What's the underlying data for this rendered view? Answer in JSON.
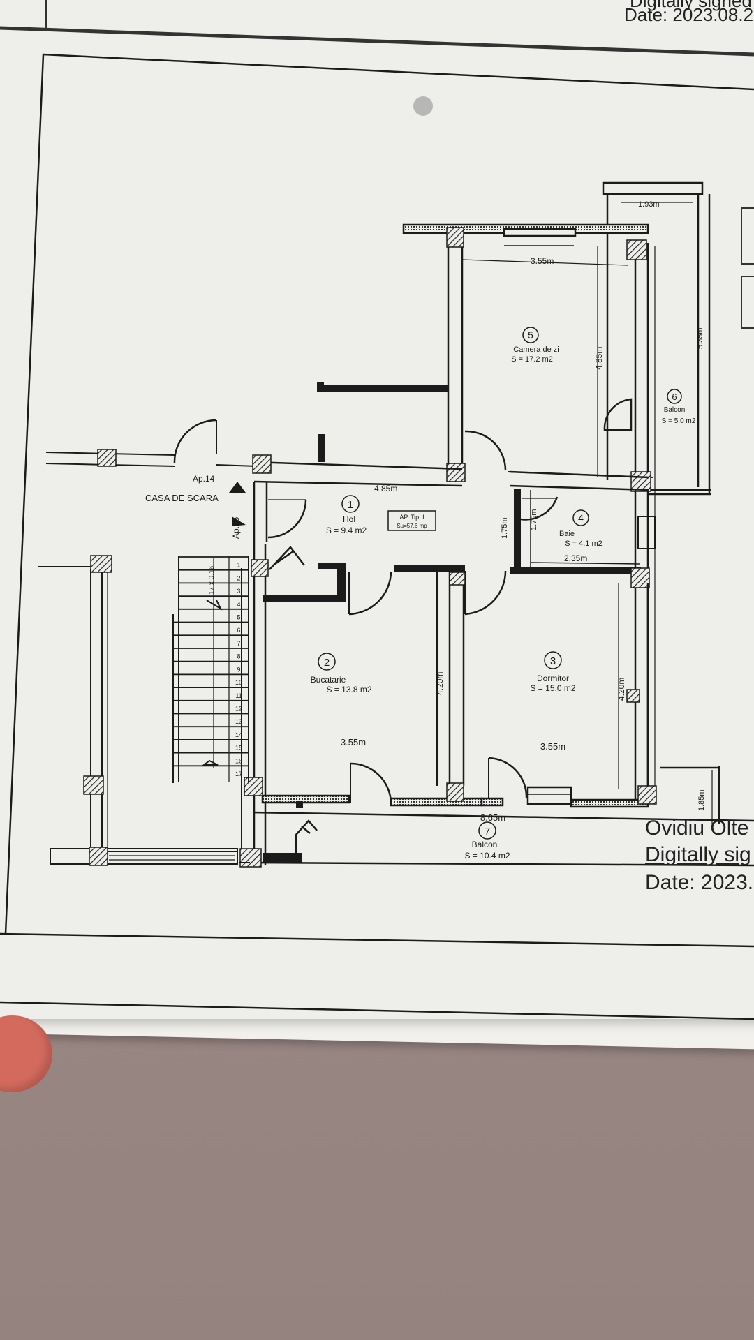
{
  "signature_top": {
    "line1": "Digitally signed",
    "line2": "Date: 2023.08.2"
  },
  "signature_bottom": {
    "name": "Ovidiu Olte",
    "line2": "Digitally sig",
    "line3": "Date: 2023."
  },
  "stair": {
    "label": "CASA DE SCARA",
    "apartment_left": "Ap.14",
    "apartment_vertical": "Ap.15",
    "steps": [
      "1",
      "2",
      "3",
      "4",
      "5",
      "6",
      "7",
      "8",
      "9",
      "10",
      "11",
      "12",
      "13",
      "14",
      "15",
      "16",
      "17"
    ],
    "first_flight_mark": "17 x 0.16"
  },
  "apartment_tag": {
    "line1": "AP. Tip. I",
    "line2": "Su=57.6 mp"
  },
  "rooms": [
    {
      "number": "1",
      "name": "Hol",
      "area": "S = 9.4 m2"
    },
    {
      "number": "2",
      "name": "Bucatarie",
      "area": "S = 13.8 m2"
    },
    {
      "number": "3",
      "name": "Dormitor",
      "area": "S = 15.0 m2"
    },
    {
      "number": "4",
      "name": "Baie",
      "area": "S = 4.1 m2"
    },
    {
      "number": "5",
      "name": "Camera de zi",
      "area": "S = 17.2 m2"
    },
    {
      "number": "6",
      "name": "Balcon",
      "area": "S = 5.0 m2"
    },
    {
      "number": "7",
      "name": "Balcon",
      "area": "S = 10.4 m2"
    }
  ],
  "dimensions": {
    "balcony_top_width": "1.93m",
    "living_width": "3.55m",
    "living_depth": "4.85m",
    "balcony_depth": "5.35m",
    "hall_width": "4.85m",
    "hall_depth_a": "1.75m",
    "hall_depth_b": "1.75m",
    "bath_width": "2.35m",
    "kitchen_depth": "4.20m",
    "bedroom_depth": "4.20m",
    "kitchen_width": "3.55m",
    "bedroom_width": "3.55m",
    "balcony_bottom_width": "8.65m",
    "balcony_bottom_depth": "1.85m"
  },
  "colors": {
    "ink": "#1b1b1b",
    "paper": "#eeeeea",
    "table": "#9c8a86",
    "finger": "#d46a5e"
  }
}
